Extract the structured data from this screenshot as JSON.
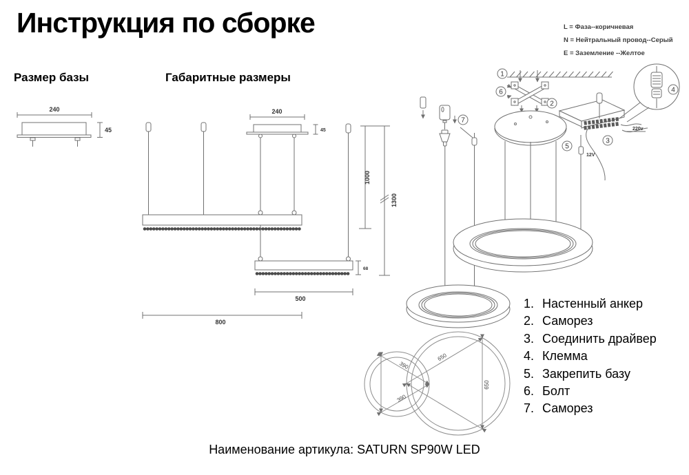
{
  "title": "Инструкция по сборке",
  "wiring_legend": {
    "phase": "L = Фаза--коричневая",
    "neutral": "N = Нейтральный провод--Серый",
    "ground": "E = Заземление --Желтое"
  },
  "sections": {
    "base": "Размер базы",
    "overall": "Габаритные размеры"
  },
  "base_drawing": {
    "width": "240",
    "height": "45"
  },
  "overall_drawing": {
    "base_width": "240",
    "base_height": "45",
    "hang_inner": "1000",
    "hang_outer": "1300",
    "bar_height": "68",
    "bar_small_width": "500",
    "bar_large_width": "800"
  },
  "assembly": {
    "callouts": [
      "1",
      "2",
      "3",
      "4",
      "5",
      "6",
      "7"
    ],
    "mains_label": "220v",
    "low_voltage_label": "12V"
  },
  "rings": {
    "small_diag_a": "390",
    "small_diag_b": "390",
    "large_diag": "650",
    "large_vert": "650"
  },
  "parts_list": [
    {
      "num": "1.",
      "label": "Настенный анкер"
    },
    {
      "num": "2.",
      "label": "Саморез"
    },
    {
      "num": "3.",
      "label": "Соединить драйвер"
    },
    {
      "num": "4.",
      "label": "Клемма"
    },
    {
      "num": "5.",
      "label": "Закрепить базу"
    },
    {
      "num": "6.",
      "label": "Болт"
    },
    {
      "num": "7.",
      "label": "Саморез"
    }
  ],
  "footer": {
    "article": "Наименование артикула: SATURN SP90W LED"
  }
}
